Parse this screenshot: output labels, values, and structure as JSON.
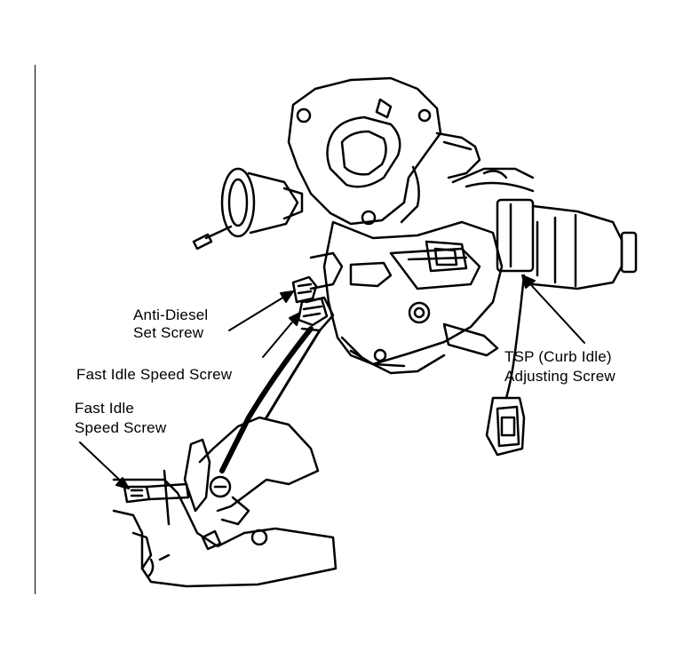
{
  "labels": {
    "anti_diesel_line1": "Anti-Diesel",
    "anti_diesel_line2": "Set Screw",
    "fast_idle_main": "Fast Idle Speed Screw",
    "fast_idle_detail_line1": "Fast Idle",
    "fast_idle_detail_line2": "Speed Screw",
    "tsp_line1": "TSP (Curb Idle)",
    "tsp_line2": "Adjusting Screw"
  },
  "colors": {
    "ink": "#000000",
    "paper": "#ffffff"
  }
}
